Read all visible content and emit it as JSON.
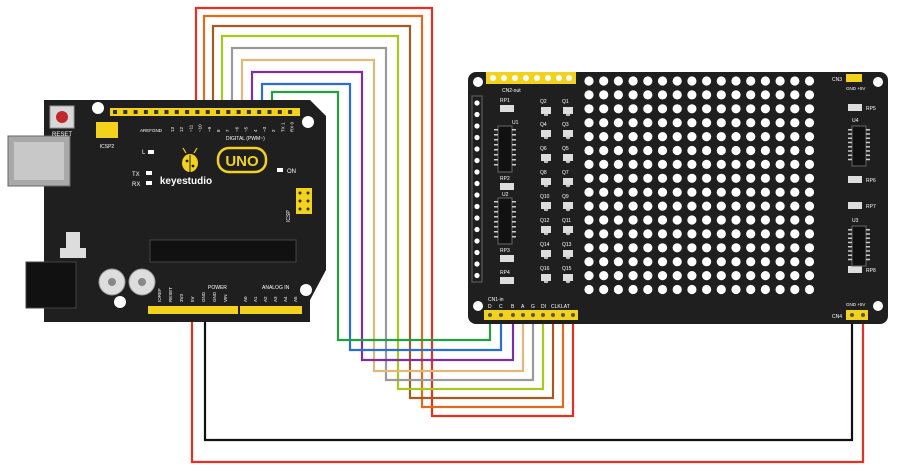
{
  "arduino": {
    "reset_label": "RESET",
    "icsp2_label": "ICSP2",
    "l_label": "L",
    "tx_label": "TX",
    "rx_label": "RX",
    "brand": "keyestudio",
    "model": "UNO",
    "on_label": "ON",
    "icsp_label": "ICSP",
    "aref_label": "AREF",
    "gnd_label": "GND",
    "digital_label": "DIGITAL (PWM~)",
    "pin13": "13",
    "pin12": "12",
    "pin11": "~11",
    "pin10": "~10",
    "pin9": "~9",
    "pin8": "8",
    "pin7": "7",
    "pin6": "~6",
    "pin5": "~5",
    "pin4": "4",
    "pin3": "~3",
    "pin2": "2",
    "pin1": "TX 1",
    "pin0": "RX 0",
    "power_label": "POWER",
    "analog_label": "ANALOG IN",
    "pwr_ioref": "IOREF",
    "pwr_reset": "RESET",
    "pwr_3v3": "3V3",
    "pwr_5v": "5V",
    "pwr_gnd1": "GND",
    "pwr_gnd2": "GND",
    "pwr_vin": "VIN",
    "a0": "A0",
    "a1": "A1",
    "a2": "A2",
    "a3": "A3",
    "a4": "A4",
    "a5": "A5"
  },
  "matrix": {
    "cn2_label": "CN2-out",
    "cn1_label": "CN1-in",
    "cn3_label": "CN3",
    "cn4_label": "CN4",
    "top_gnd_5v": "GND +5V",
    "bottom_gnd_5v": "GND +5V",
    "pin_d": "D",
    "pin_c": "C",
    "pin_b": "B",
    "pin_a": "A",
    "pin_g": "G",
    "pin_di": "DI",
    "pin_clk": "CLK",
    "pin_lat": "LAT",
    "rp1": "RP1",
    "rp2": "RP2",
    "rp3": "RP3",
    "rp4": "RP4",
    "rp5": "RP5",
    "rp6": "RP6",
    "rp7": "RP7",
    "rp8": "RP8",
    "u1": "U1",
    "u2": "U2",
    "u3": "U3",
    "u4": "U4",
    "q1": "Q1",
    "q2": "Q2",
    "q3": "Q3",
    "q4": "Q4",
    "q5": "Q5",
    "q6": "Q6",
    "q7": "Q7",
    "q8": "Q8",
    "q9": "Q9",
    "q10": "Q10",
    "q11": "Q11",
    "q12": "Q12",
    "q13": "Q13",
    "q14": "Q14",
    "q15": "Q15",
    "q16": "Q16"
  },
  "colors": {
    "board": "#1f1f1f",
    "header": "#f2d21c",
    "led": "#ffffff",
    "wire_red": "#e53022",
    "wire_orange": "#e06a1e",
    "wire_brown": "#a55a22",
    "wire_yellowgreen": "#a8c81e",
    "wire_gray": "#9a9a9a",
    "wire_purple": "#7b2fa0",
    "wire_blue": "#2a6fd0",
    "wire_green": "#22a040",
    "wire_black": "#111111"
  }
}
